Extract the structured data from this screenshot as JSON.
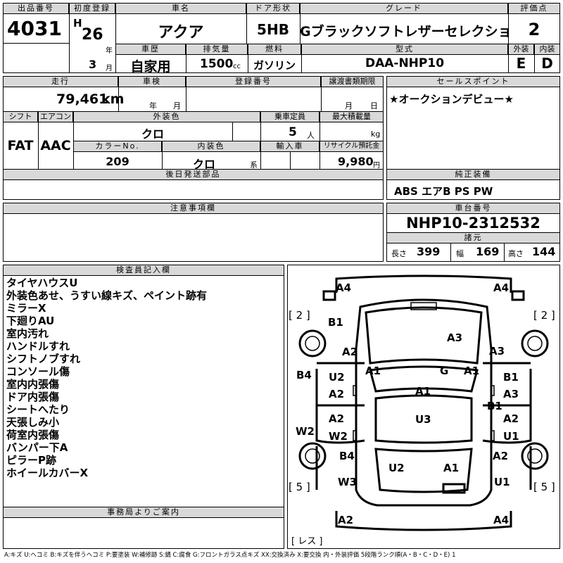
{
  "headers": {
    "lot_no": "出品番号",
    "first_reg": "初度登録",
    "car_name": "車名",
    "door": "ドア形状",
    "grade": "グレード",
    "score": "評価点",
    "history": "車歴",
    "displacement": "排気量",
    "fuel": "燃料",
    "model": "型式",
    "exterior": "外装",
    "interior": "内装",
    "mileage": "走行",
    "inspection": "車検",
    "reg_no": "登録番号",
    "transfer_deadline": "譲渡書類期限",
    "sales_point": "セールスポイント",
    "shift": "シフト",
    "aircon": "エアコン",
    "ext_color": "外装色",
    "capacity": "乗車定員",
    "max_load": "最大積載量",
    "color_no": "カラーNo.",
    "int_color": "内装色",
    "import": "輸入車",
    "recycle": "リサイクル預託金",
    "later_parts": "後日発送部品",
    "genuine_equip": "純正装備",
    "caution": "注意事項欄",
    "chassis_no": "車台番号",
    "dimensions": "諸元",
    "inspector_notes": "検査員記入欄",
    "office_notice": "事務局よりご案内"
  },
  "values": {
    "lot_no": "4031",
    "era": "H",
    "year": "26",
    "year_unit": "年",
    "month": "3",
    "month_unit": "月",
    "car_name": "アクア",
    "door": "5HB",
    "grade": "Gブラックソフトレザーセレクション",
    "score": "2",
    "history": "自家用",
    "displacement": "1500",
    "displacement_unit": "cc",
    "fuel": "ガソリン",
    "model": "DAA-NHP10",
    "exterior": "E",
    "interior": "D",
    "mileage": "79,461",
    "mileage_unit": "km",
    "inspection_year_unit": "年",
    "inspection_month_unit": "月",
    "transfer_month_unit": "月",
    "transfer_day_unit": "日",
    "sales_point": "★オークションデビュー★",
    "shift": "FAT",
    "aircon": "AAC",
    "ext_color": "クロ",
    "capacity": "5",
    "capacity_unit": "人",
    "max_load_unit": "kg",
    "color_no": "209",
    "int_color": "クロ",
    "int_color_unit": "系",
    "recycle": "9,980",
    "recycle_unit": "円",
    "genuine_equip": "ABS エアB PS PW",
    "chassis_no": "NHP10-2312532",
    "length_label": "長さ",
    "length": "399",
    "width_label": "幅",
    "width": "169",
    "height_label": "高さ",
    "height": "144"
  },
  "inspector_notes": [
    "タイヤハウスU",
    "外装色あせ、うすい線キズ、ペイント跡有",
    "ミラーX",
    "下廻りAU",
    "室内汚れ",
    "ハンドルすれ",
    "シフトノブすれ",
    "コンソール傷",
    "室内内張傷",
    "ドア内張傷",
    "シートへたり",
    "天張しみ小",
    "荷室内張傷",
    "バンパー下A",
    "ピラーP跡",
    "ホイールカバーX"
  ],
  "diagram_marks": {
    "fl_bumper": "A4",
    "fr_bumper": "A4",
    "l_front_tire": "[ 2 ]",
    "r_front_tire": "[ 2 ]",
    "l_fender_b": "B1",
    "l_fender_a": "A2",
    "hood_a": "A3",
    "r_fender_a": "A3",
    "l_pillar": "A1",
    "windshield": "G",
    "r_pillar": "A1",
    "l_mirror": "B4",
    "l_front_door_u": "U2",
    "l_front_door_a": "A2",
    "roof_a": "A1",
    "r_front_door_b": "B1",
    "r_front_door_a": "A3",
    "r_front_door_b2": "B1",
    "l_rocker": "W2",
    "l_rear_door_a": "A2",
    "l_rear_door_w": "W2",
    "roof_u": "U3",
    "r_rear_door_a": "A2",
    "r_rear_door_u": "U1",
    "l_quarter_b": "B4",
    "r_quarter_a": "A2",
    "rear_glass_u": "U2",
    "rear_glass_a": "A1",
    "l_rear_w": "W3",
    "r_rear_u": "U1",
    "l_rear_tire": "[ 5 ]",
    "r_rear_tire": "[ 5 ]",
    "rl_bumper": "A2",
    "rr_bumper": "A4",
    "spare": "[ レス ]"
  },
  "legend": "A:キズ U:ヘコミ B:キズを伴うヘコミ P:要塗装 W:補修跡 S:錆 C:腐食 G:フロントガラス点キズ XX:交換済み X:要交換 内・外装評価 5段階ランク順(A・B・C・D・E) 1"
}
